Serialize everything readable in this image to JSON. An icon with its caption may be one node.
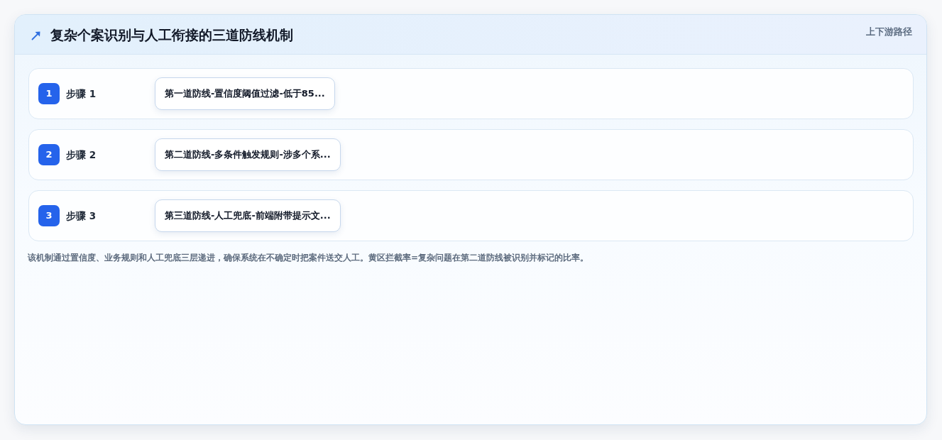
{
  "diagram": {
    "title": "复杂个案识别与人工衔接的三道防线机制",
    "nodes": [
      {
        "text": [
          "步骤 1"
        ]
      },
      {
        "text": [
          "1"
        ],
        "in": 0
      },
      {
        "text": [
          "第一道防线-置信度阈值过滤-低于85..."
        ],
        "in": 0
      },
      {
        "text": [
          "步骤 2"
        ]
      },
      {
        "text": [
          "2"
        ],
        "in": 3
      },
      {
        "text": [
          "第二道防线-多条件触发规则-涉多个系..."
        ],
        "in": 3
      },
      {
        "text": [
          "步骤 3"
        ]
      },
      {
        "text": [
          "3"
        ],
        "in": 6
      },
      {
        "text": [
          "第三道防线-人工兜底-前端附带提示文..."
        ],
        "in": 6
      }
    ],
    "labels": [
      "上下游路径"
    ],
    "caption": "该机制通过置信度、业务规则和人工兜底三层递进，确保系统在不确定时把案件送交人工。黄区拦截率=复杂问题在第二道防线被识别并标记的比率。"
  }
}
